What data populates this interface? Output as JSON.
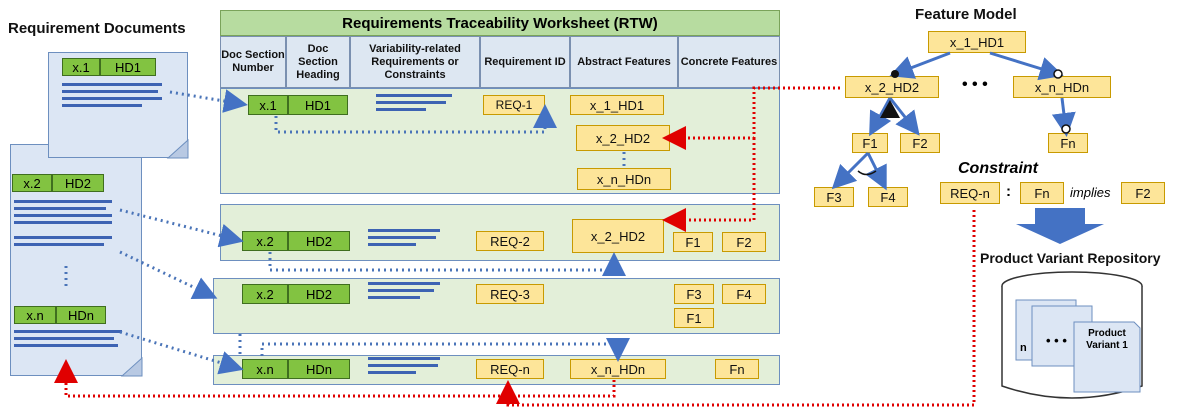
{
  "labels": {
    "req_docs": "Requirement Documents",
    "rtw_title": "Requirements Traceability Worksheet (RTW)",
    "feature_model": "Feature Model",
    "constraint": "Constraint",
    "implies": "implies",
    "repo": "Product Variant Repository",
    "dots": "• • •"
  },
  "headers": {
    "doc_section_number": "Doc Section Number",
    "doc_section_heading": "Doc Section Heading",
    "variability": "Variability-related Requirements or Constraints",
    "requirement_id": "Requirement ID",
    "abstract_features": "Abstract Features",
    "concrete_features": "Concrete Features"
  },
  "docs": {
    "doc1": {
      "num": "x.1",
      "head": "HD1"
    },
    "doc2": {
      "num": "x.2",
      "head": "HD2"
    },
    "docn": {
      "num": "x.n",
      "head": "HDn"
    }
  },
  "rows": {
    "r1": {
      "num": "x.1",
      "head": "HD1",
      "req": "REQ-1",
      "abs1": "x_1_HD1",
      "abs2": "x_2_HD2",
      "abs3": "x_n_HDn"
    },
    "r2": {
      "num": "x.2",
      "head": "HD2",
      "req": "REQ-2",
      "abs": "x_2_HD2",
      "c1": "F1",
      "c2": "F2"
    },
    "r3": {
      "num": "x.2",
      "head": "HD2",
      "req": "REQ-3",
      "c1": "F3",
      "c2": "F4",
      "c3": "F1"
    },
    "r4": {
      "num": "x.n",
      "head": "HDn",
      "req": "REQ-n",
      "abs": "x_n_HDn",
      "c1": "Fn"
    }
  },
  "fm": {
    "root": "x_1_HD1",
    "n2": "x_2_HD2",
    "nn": "x_n_HDn",
    "f1": "F1",
    "f2": "F2",
    "f3": "F3",
    "f4": "F4",
    "fn": "Fn"
  },
  "constraint_row": {
    "req": "REQ-n",
    "colon": ":",
    "left": "Fn",
    "right": "F2"
  },
  "repo_items": {
    "n": "n",
    "dots": "• • •",
    "pv": "Product Variant 1"
  }
}
